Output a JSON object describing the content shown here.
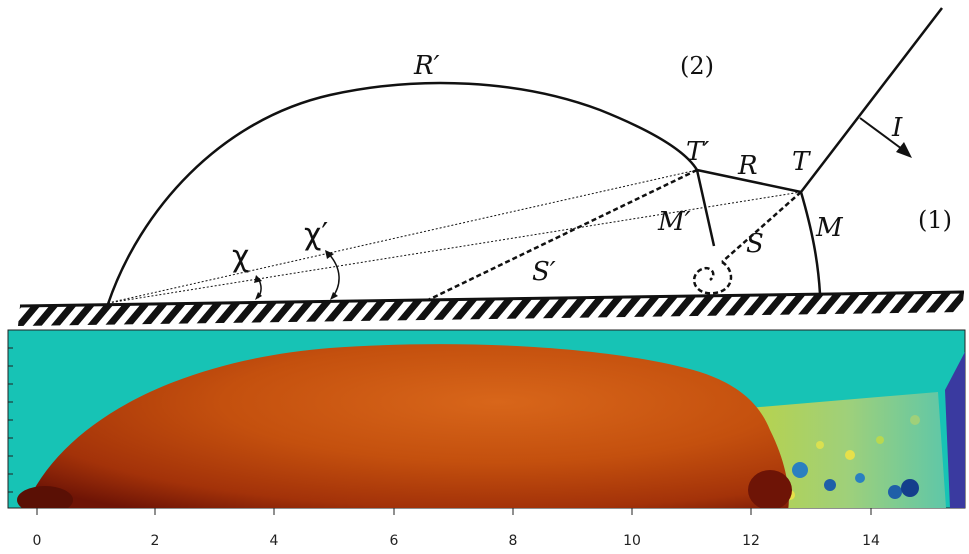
{
  "labels": {
    "R_prime": "R′",
    "region2": "(2)",
    "region1": "(1)",
    "T_prime": "T′",
    "R": "R",
    "T": "T",
    "I": "I",
    "M_prime": "M′",
    "M": "M",
    "S": "S",
    "S_prime": "S′",
    "chi": "χ",
    "chi_prime": "χ′"
  },
  "axis": {
    "ticks": [
      "0",
      "2",
      "4",
      "6",
      "8",
      "10",
      "12",
      "14"
    ]
  },
  "colors": {
    "background_fluid": "#17c3b5",
    "bubble_dark": "#7a1808",
    "bubble_mid": "#b43a0c",
    "bubble_light": "#d0620f",
    "incident_region": "#3a3aa0",
    "wall_hatch": "#111111"
  }
}
